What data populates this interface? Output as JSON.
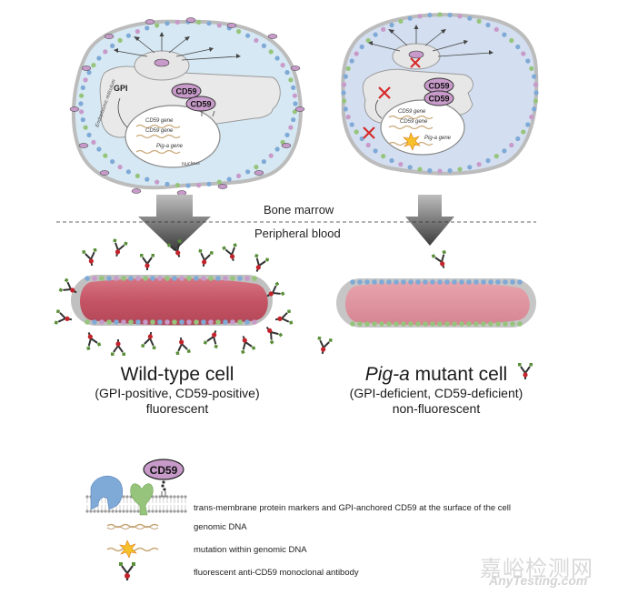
{
  "labels": {
    "bone_marrow": "Bone marrow",
    "peripheral_blood": "Peripheral blood",
    "gpi": "GPI",
    "cd59": "CD59",
    "cd59_gene": "CD59 gene",
    "piga_gene": "Pig-a gene",
    "er": "Endoplasmic reticulum",
    "nucleus": "Nucleus"
  },
  "wild_type": {
    "title": "Wild-type cell",
    "line1": "(GPI-positive, CD59-positive)",
    "line2": "fluorescent"
  },
  "mutant": {
    "title_italic": "Pig-a",
    "title_rest": " mutant cell",
    "line1": "(GPI-deficient, CD59-deficient)",
    "line2": "non-fluorescent"
  },
  "legend": {
    "badge": "CD59",
    "items": [
      "trans-membrane protein markers and GPI-anchored CD59 at the surface of the cell",
      "genomic DNA",
      "mutation within genomic DNA",
      "fluorescent anti-CD59 monoclonal antibody"
    ]
  },
  "watermark": {
    "cn": "嘉峪检测网",
    "en": "AnyTesting.com"
  },
  "colors": {
    "cell_fill_left": "#d6e8f3",
    "cell_fill_right": "#d3dff0",
    "membrane": "#b0b0b0",
    "rbc_wild": "#c85a6a",
    "rbc_mutant": "#dc8e98",
    "cd59_badge": "#c79ac9",
    "arrow": "#555555"
  }
}
